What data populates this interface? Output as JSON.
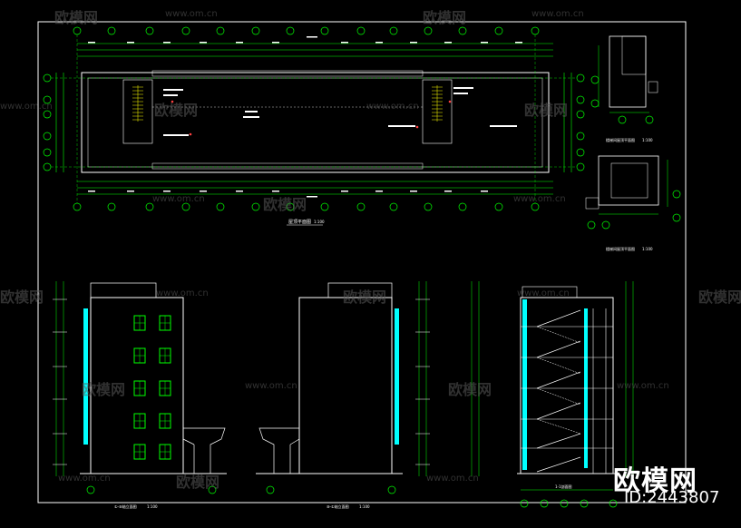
{
  "watermark": {
    "brand": "欧模网",
    "url": "www.om.cn",
    "big_brand": "欧模网",
    "model_id": "ID:2443807"
  },
  "plan": {
    "title": "屋顶平面图",
    "scale": "1:100"
  },
  "stair_plans": {
    "top_title": "楼梯间屋顶平面图",
    "bottom_title": "楼梯间屋顶平面图",
    "scale": "1:100"
  },
  "elevations": {
    "left_title": "①-⑩轴立面图",
    "right_title": "⑩-①轴立面图",
    "section_title": "1-1剖面图",
    "scale": "1:100"
  },
  "colors": {
    "background": "#000000",
    "lines": "#ffffff",
    "axis_circles": "#00ff00",
    "dimensions": "#00ff00",
    "windows": "#00ff00",
    "glazing": "#00ffff",
    "stairs": "#ffff00",
    "watermark": "#5a5a5a"
  }
}
